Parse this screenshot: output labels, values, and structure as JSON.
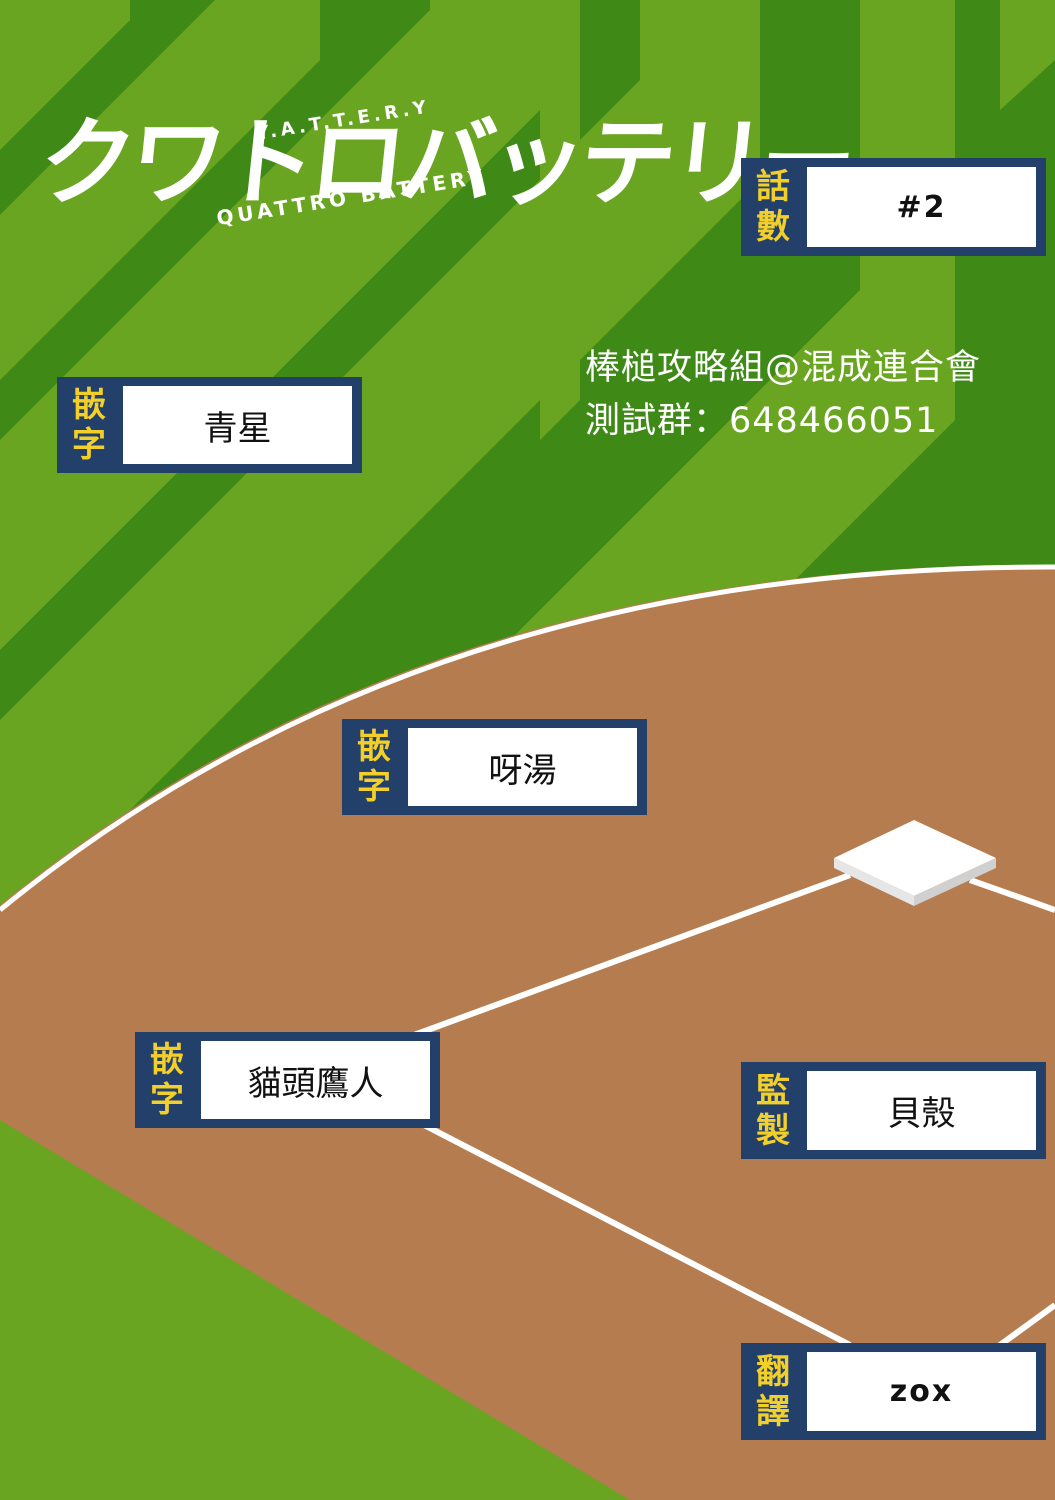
{
  "logo": {
    "main": "クワトロバッテリー",
    "sub_top": "Y.A.T.T.E.R.Y",
    "sub_bottom": "QUATTRO BATTERY"
  },
  "episode": {
    "label": [
      "話",
      "數"
    ],
    "value": "#2"
  },
  "credits": {
    "group": "棒槌攻略組@混成連合會",
    "test_group": "測試群：648466051"
  },
  "staff": [
    {
      "label": [
        "嵌",
        "字"
      ],
      "value": "青星"
    },
    {
      "label": [
        "嵌",
        "字"
      ],
      "value": "呀湯"
    },
    {
      "label": [
        "嵌",
        "字"
      ],
      "value": "貓頭鷹人"
    },
    {
      "label": [
        "監",
        "製"
      ],
      "value": "貝殼"
    },
    {
      "label": [
        "翻",
        "譯"
      ],
      "value": "zox"
    }
  ],
  "colors": {
    "grass_dark": "#3f8a17",
    "grass_light": "#6aa521",
    "dirt": "#b57c4f",
    "card_navy": "#23406b",
    "label_yellow": "#f3cf2a"
  }
}
